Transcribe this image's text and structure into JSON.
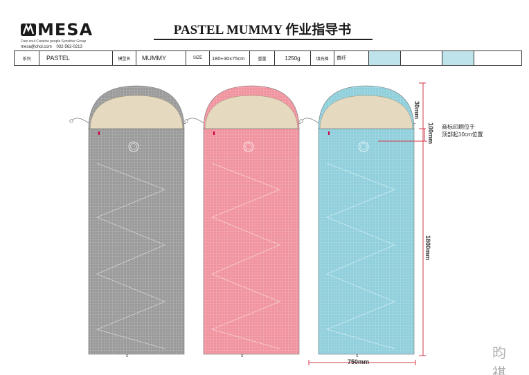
{
  "brand": {
    "name": "MESA",
    "tagline": "Free soul Creative people Sensitive Group",
    "email": "mesa@chol.com",
    "phone": "032-562-0213"
  },
  "document": {
    "title": "PASTEL MUMMY  作业指导书"
  },
  "info": {
    "series_label": "系列",
    "series_value": "PASTEL",
    "model_label": "模型名",
    "model_value": "MUMMY",
    "size_label": "SIZE",
    "size_value": "180+30x75cm",
    "weight_label": "重量",
    "weight_value": "1250g",
    "fill_label": "填充棉",
    "fill_value": "普纤"
  },
  "colors": {
    "grey_body": "#9a9a9a",
    "pink_body": "#f0939f",
    "blue_body": "#8fcfdc",
    "hood_lining": "#e5d9bf",
    "dimension_red": "#d23a4a",
    "table_swatch": "#bfe3ea"
  },
  "bags": [
    {
      "name": "grey",
      "size_label": "S"
    },
    {
      "name": "pink",
      "size_label": "S"
    },
    {
      "name": "blue",
      "size_label": "S"
    }
  ],
  "dimensions": {
    "hood_height": "30mm",
    "logo_offset": "100mm",
    "body_length": "1800mm",
    "width": "750mm"
  },
  "note": {
    "line1": "商标印刷位于",
    "line2": "顶部起10cm位置"
  },
  "watermark": "昀祺"
}
